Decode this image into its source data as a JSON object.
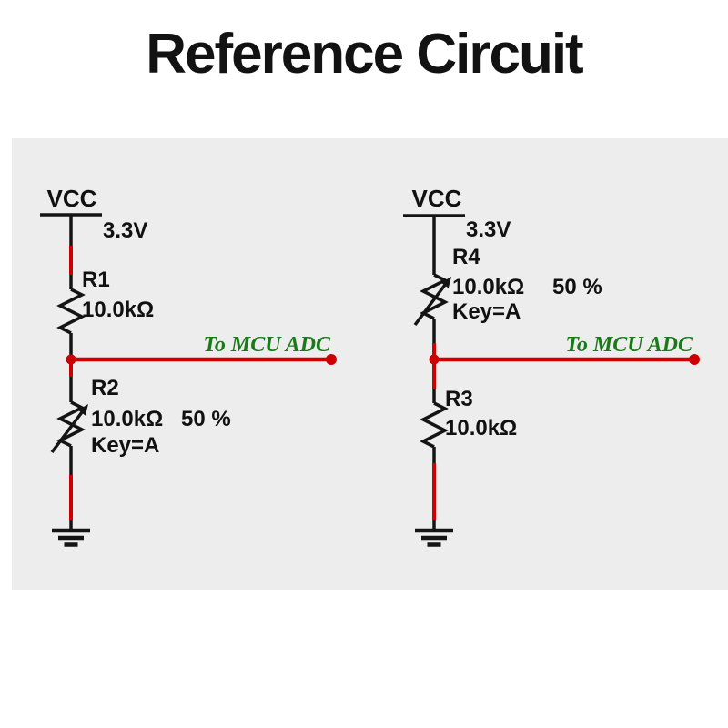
{
  "title": "Reference Circuit",
  "colors": {
    "page_bg": "#ffffff",
    "panel_bg": "#ededed",
    "wire_black": "#141414",
    "wire_red": "#cc0000",
    "net_label_green": "#1a7a1a",
    "text_black": "#111111"
  },
  "circuits": [
    {
      "name": "left-divider",
      "power_net": "VCC",
      "voltage": "3.3V",
      "top_resistor": {
        "ref": "R1",
        "value": "10.0kΩ",
        "type": "fixed"
      },
      "bottom_resistor": {
        "ref": "R2",
        "value": "10.0kΩ",
        "setting": "50 %",
        "key": "Key=A",
        "type": "potentiometer"
      },
      "output_net": "To MCU ADC"
    },
    {
      "name": "right-divider",
      "power_net": "VCC",
      "voltage": "3.3V",
      "top_resistor": {
        "ref": "R4",
        "value": "10.0kΩ",
        "setting": "50 %",
        "key": "Key=A",
        "type": "potentiometer"
      },
      "bottom_resistor": {
        "ref": "R3",
        "value": "10.0kΩ",
        "type": "fixed"
      },
      "output_net": "To MCU ADC"
    }
  ]
}
